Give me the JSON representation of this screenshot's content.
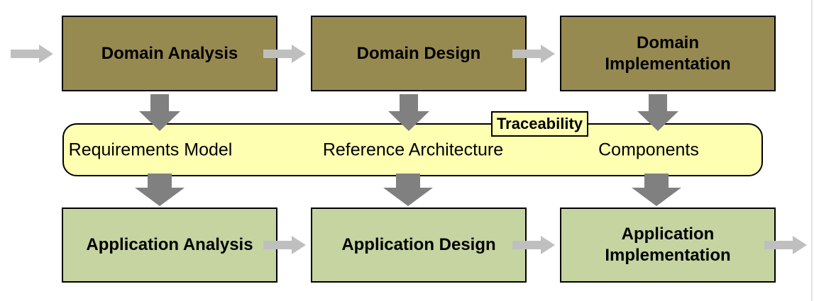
{
  "diagram": {
    "top_row": {
      "boxes": [
        {
          "label": "Domain Analysis"
        },
        {
          "label": "Domain Design"
        },
        {
          "label": "Domain Implementation"
        }
      ]
    },
    "middle_band": {
      "tag": "Traceability",
      "items": [
        {
          "label": "Requirements Model"
        },
        {
          "label": "Reference Architecture"
        },
        {
          "label": "Components"
        }
      ]
    },
    "bottom_row": {
      "boxes": [
        {
          "label": "Application Analysis"
        },
        {
          "label": "Application Design"
        },
        {
          "label": "Application Implementation"
        }
      ]
    }
  },
  "colors": {
    "domain_box": "#978A51",
    "application_box": "#C5D4A1",
    "band": "#FFFFB2",
    "arrow_horizontal": "#BFBFBF",
    "arrow_vertical": "#808080",
    "box_border": "#000000",
    "page_border": "#E2E2E2"
  }
}
